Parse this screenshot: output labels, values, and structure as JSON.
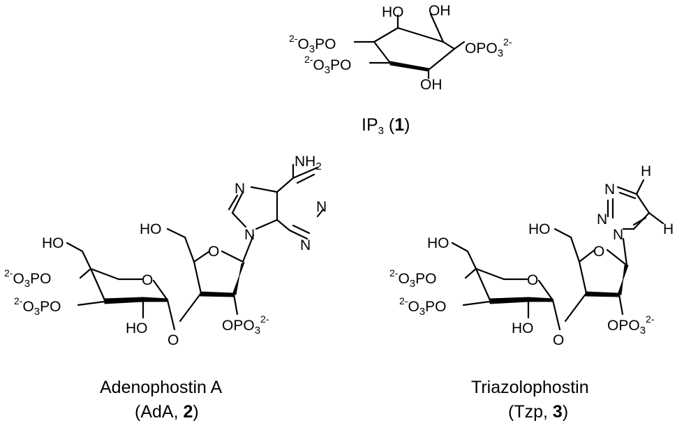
{
  "compounds": [
    {
      "caption": {
        "name": "IP",
        "name_sub": "3",
        "open": " (",
        "number": "1",
        "close": ")"
      },
      "labels": {
        "ho_top_left": "HO",
        "oh_top_right": "OH",
        "opo3_right": "OPO",
        "opo3_right_sub": "3",
        "opo3_right_sup": "2-",
        "oh_bottom": "OH",
        "o3po_upper_sup": "2-",
        "o3po_upper_o": "O",
        "o3po_upper_sub": "3",
        "o3po_upper_po": "PO",
        "o3po_lower_sup": "2-",
        "o3po_lower_o": "O",
        "o3po_lower_sub": "3",
        "o3po_lower_po": "PO"
      }
    },
    {
      "caption": {
        "line1": "Adenophostin A",
        "line2_open": "(AdA, ",
        "number": "2",
        "close": ")"
      },
      "labels": {
        "nh2": "NH",
        "nh2_sub": "2",
        "n1": "N",
        "n3": "N",
        "n7": "N",
        "n9": "N",
        "ho_ribose": "HO",
        "o_ribose": "O",
        "ho_glucose": "HO",
        "o_glucose": "O",
        "o3po_upper_sup": "2-",
        "o3po_upper_o": "O",
        "o3po_upper_sub": "3",
        "o3po_upper_po": "PO",
        "o3po_lower_sup": "2-",
        "o3po_lower_o": "O",
        "o3po_lower_sub": "3",
        "o3po_lower_po": "PO",
        "ho_bottom": "HO",
        "o_link": "O",
        "opo3": "OPO",
        "opo3_sub": "3",
        "opo3_sup": "2-"
      }
    },
    {
      "caption": {
        "line1": "Triazolophostin",
        "line2_open": "(Tzp, ",
        "number": "3",
        "close": ")"
      },
      "labels": {
        "h_top": "H",
        "h_right": "H",
        "n_top": "N",
        "n_mid": "N",
        "n_link": "N",
        "ho_ribose": "HO",
        "o_ribose": "O",
        "ho_glucose": "HO",
        "o_glucose": "O",
        "o3po_upper_sup": "2-",
        "o3po_upper_o": "O",
        "o3po_upper_sub": "3",
        "o3po_upper_po": "PO",
        "o3po_lower_sup": "2-",
        "o3po_lower_o": "O",
        "o3po_lower_sub": "3",
        "o3po_lower_po": "PO",
        "ho_bottom": "HO",
        "o_link": "O",
        "opo3": "OPO",
        "opo3_sub": "3",
        "opo3_sup": "2-"
      }
    }
  ]
}
